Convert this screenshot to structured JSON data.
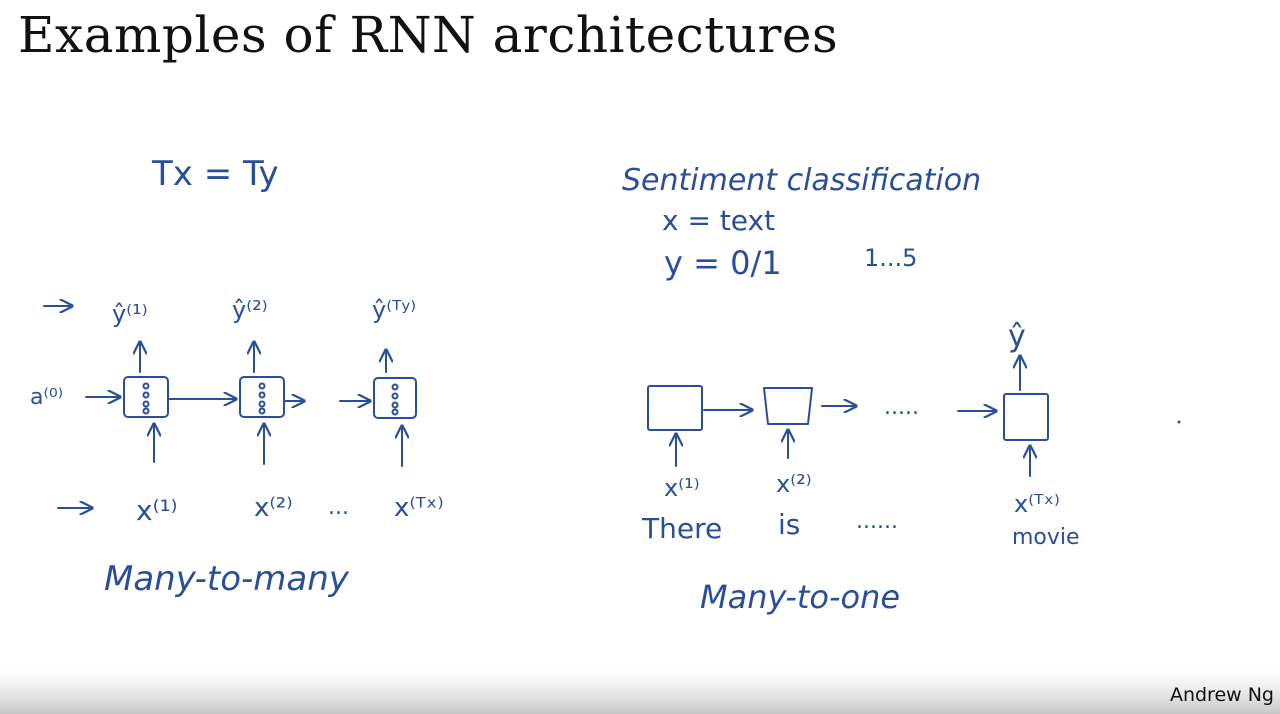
{
  "slide": {
    "title": "Examples of RNN architectures",
    "author": "Andrew Ng"
  },
  "colors": {
    "ink": "#2a4f9a",
    "title_text": "#111111",
    "background": "#ffffff"
  },
  "left_diagram": {
    "equation": "Tx = Ty",
    "init_activation": "a⁽⁰⁾",
    "outputs": [
      "ŷ⁽¹⁾",
      "ŷ⁽²⁾",
      "ŷ⁽ᵀʸ⁾"
    ],
    "inputs": [
      "x⁽¹⁾",
      "x⁽²⁾",
      "x⁽ᵀˣ⁾"
    ],
    "ellipsis": "...",
    "caption": "Many-to-many"
  },
  "right_diagram": {
    "heading": "Sentiment classification",
    "x_def": "x = text",
    "y_def": "y = 0/1",
    "y_range": "1...5",
    "output": "ŷ",
    "inputs": [
      "x⁽¹⁾",
      "x⁽²⁾",
      "x⁽ᵀˣ⁾"
    ],
    "words": [
      "There",
      "is",
      "movie"
    ],
    "mid_ellipsis": ".....",
    "word_ellipsis": "......",
    "caption": "Many-to-one"
  }
}
